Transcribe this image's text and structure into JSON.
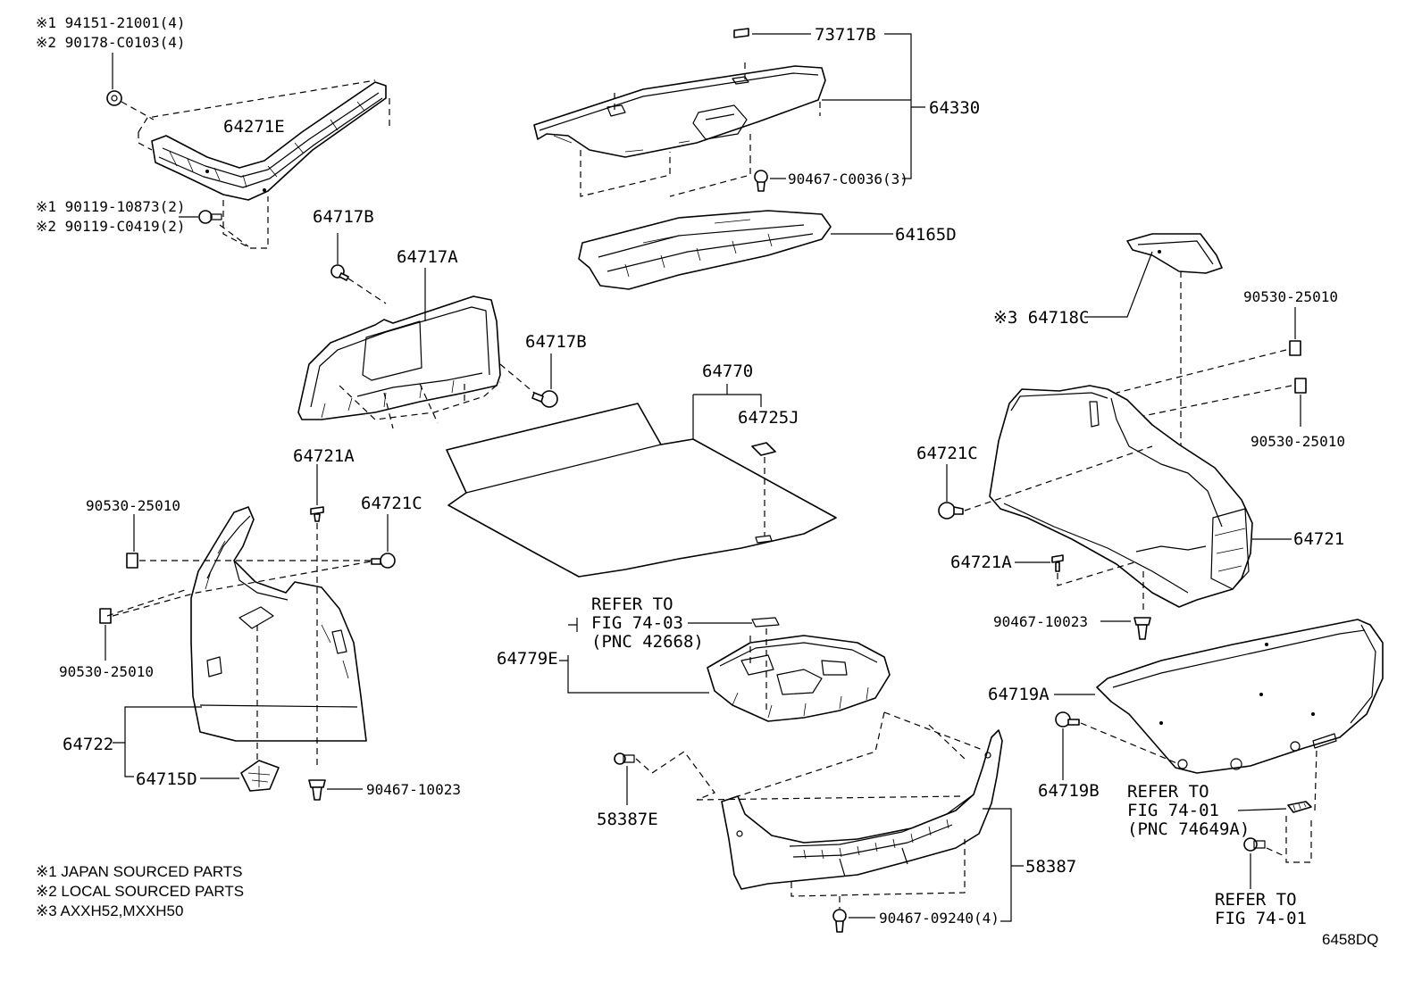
{
  "notes": {
    "n1": "※1 JAPAN SOURCED PARTS",
    "n2": "※2 LOCAL SOURCED PARTS",
    "n3": "※3 AXXH52,MXXH50"
  },
  "diagram_code": "6458DQ",
  "labels": {
    "l_94151": "※1 94151-21001(4)",
    "l_90178": "※2 90178-C0103(4)",
    "l_64271E": "64271E",
    "l_90119a": "※1 90119-10873(2)",
    "l_90119b": "※2 90119-C0419(2)",
    "l_73717B": "73717B",
    "l_64330": "64330",
    "l_90467_C0036": "90467-C0036(3)",
    "l_64165D": "64165D",
    "l_64717B_top": "64717B",
    "l_64717A": "64717A",
    "l_64717B_right": "64717B",
    "l_64770": "64770",
    "l_64725J": "64725J",
    "l_64718C": "※3 64718C",
    "l_90530_tr1": "90530-25010",
    "l_90530_tr2": "90530-25010",
    "l_64721C_right": "64721C",
    "l_64721_right": "64721",
    "l_64721A_right": "64721A",
    "l_90467_10023_right": "90467-10023",
    "l_64721A_left": "64721A",
    "l_64721C_left": "64721C",
    "l_90530_l1": "90530-25010",
    "l_90530_l2": "90530-25010",
    "l_64722": "64722",
    "l_64715D": "64715D",
    "l_90467_10023_left": "90467-10023",
    "l_refer1_a": "REFER TO",
    "l_refer1_b": "FIG 74-03",
    "l_refer1_c": "(PNC 42668)",
    "l_64779E": "64779E",
    "l_58387E": "58387E",
    "l_58387": "58387",
    "l_90467_09240": "90467-09240(4)",
    "l_64719A": "64719A",
    "l_64719B": "64719B",
    "l_refer2_a": "REFER TO",
    "l_refer2_b": "FIG 74-01",
    "l_refer2_c": "(PNC 74649A)",
    "l_refer3_a": "REFER TO",
    "l_refer3_b": "FIG 74-01"
  }
}
